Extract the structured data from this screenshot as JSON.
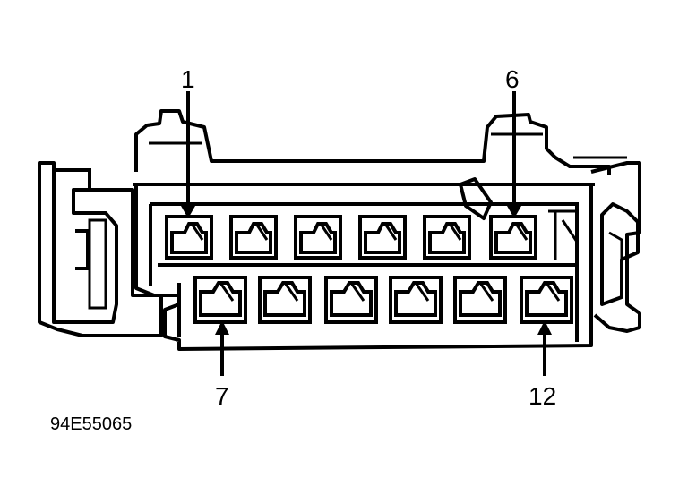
{
  "diagram": {
    "figure_code": "94E55065",
    "pins": {
      "top_left": "1",
      "top_right": "6",
      "bottom_left": "7",
      "bottom_right": "12"
    }
  }
}
